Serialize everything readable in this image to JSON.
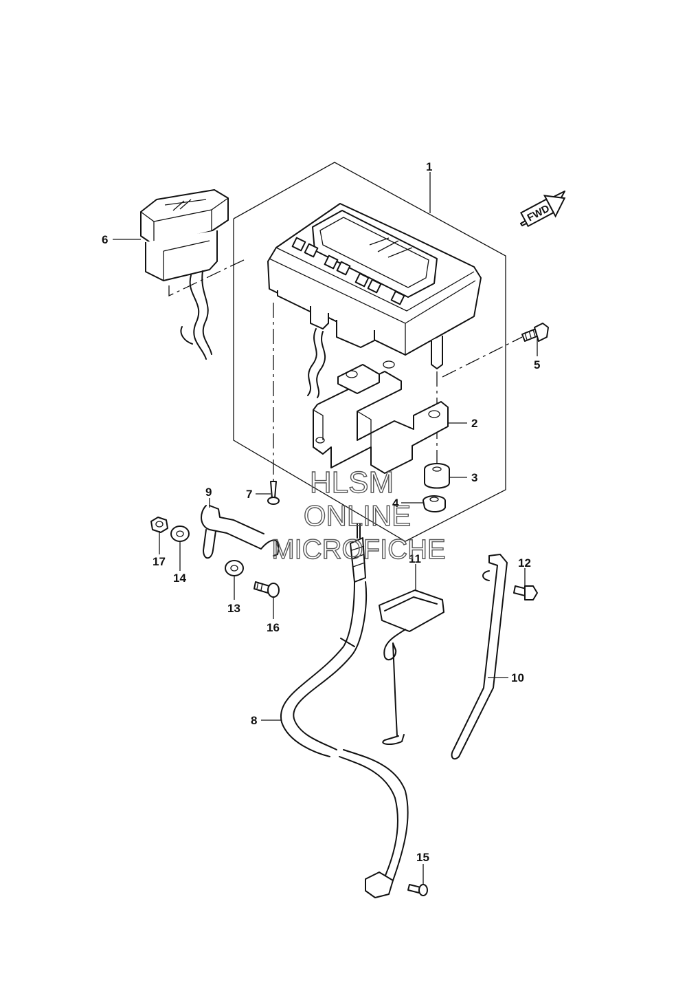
{
  "callouts": {
    "p1": "1",
    "p2": "2",
    "p3": "3",
    "p4": "4",
    "p5": "5",
    "p6": "6",
    "p7": "7",
    "p8": "8",
    "p9": "9",
    "p10": "10",
    "p11": "11",
    "p12": "12",
    "p13": "13",
    "p14": "14",
    "p15": "15",
    "p16": "16",
    "p17": "17"
  },
  "fwd_label": "FWD",
  "watermark": {
    "line1": "HLSM",
    "line2": "ONLINE",
    "line3": "MICROFICHE"
  }
}
